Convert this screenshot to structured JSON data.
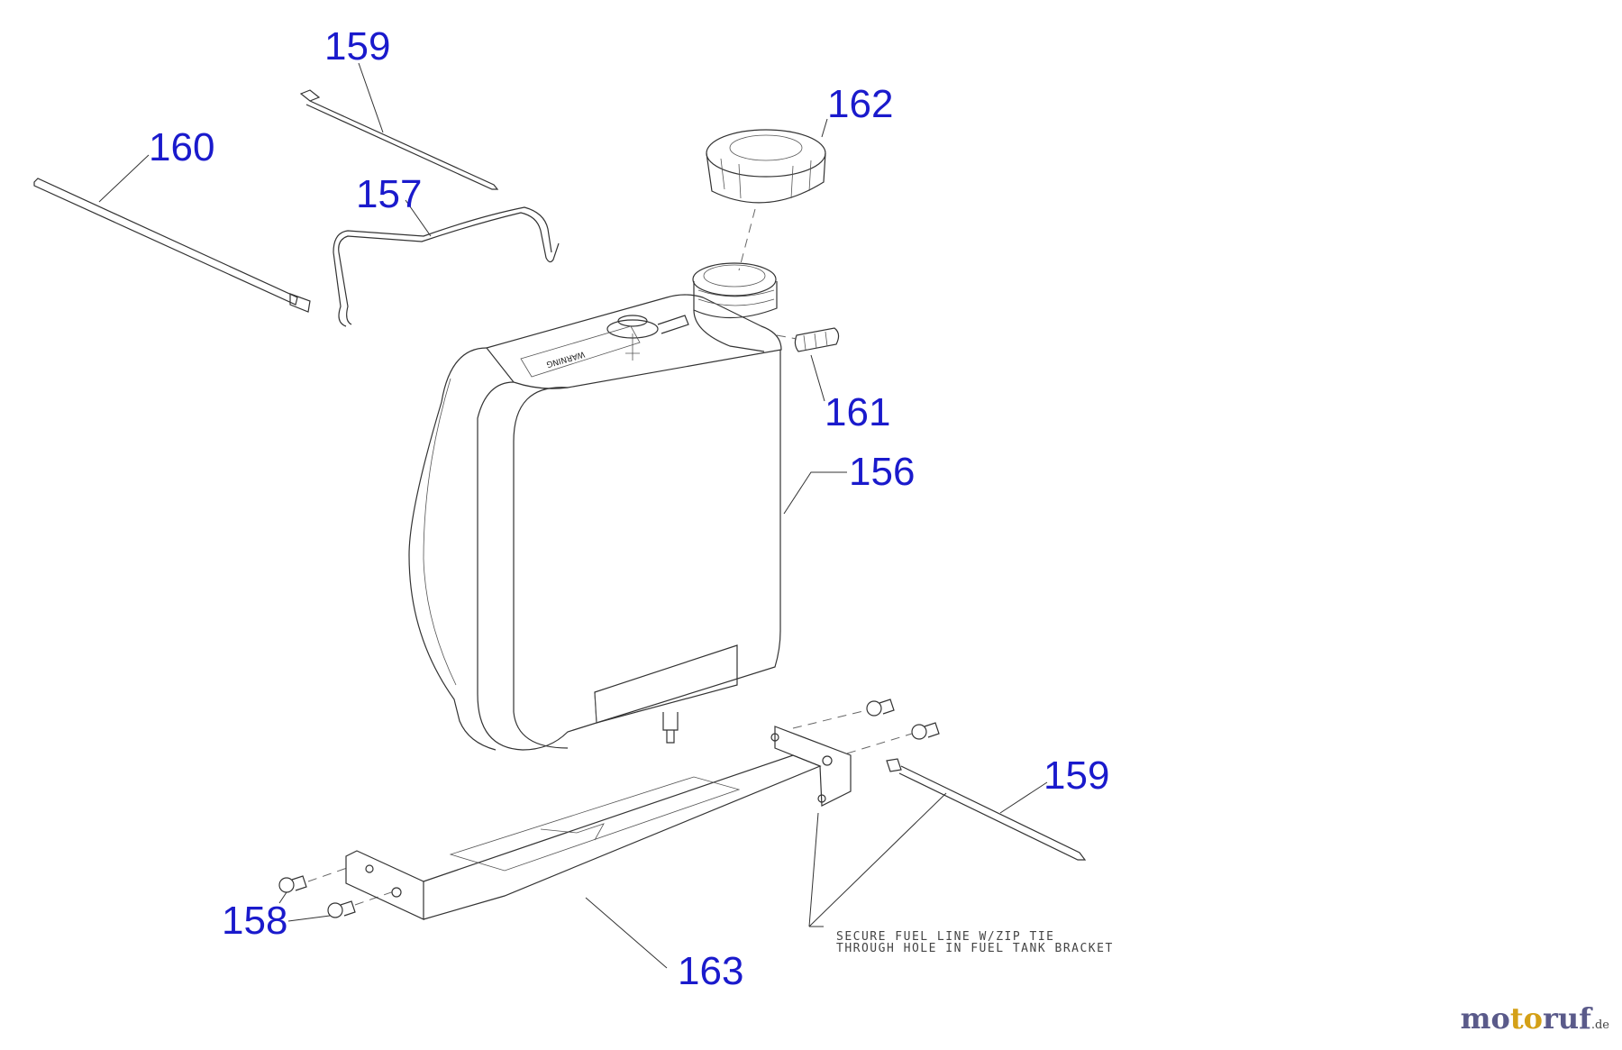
{
  "callouts": {
    "c159_top": "159",
    "c160": "160",
    "c157": "157",
    "c162": "162",
    "c161": "161",
    "c156": "156",
    "c159_right": "159",
    "c158": "158",
    "c163": "163"
  },
  "note": {
    "line1": "SECURE FUEL LINE W/ZIP TIE",
    "line2": "THROUGH HOLE IN FUEL TANK BRACKET"
  },
  "tank_label": "WARNING",
  "brand": {
    "part1": "mo",
    "part2": "to",
    "part3": "ruf",
    "tld": ".de"
  },
  "colors": {
    "callout": "#1a1acc",
    "line": "#333333",
    "background": "#ffffff"
  }
}
